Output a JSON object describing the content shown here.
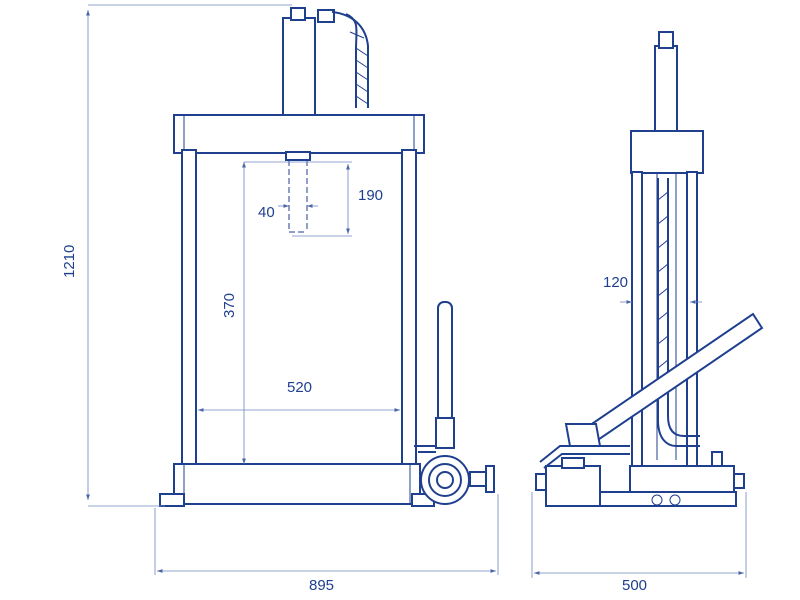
{
  "dimensions": {
    "overall_height": "1210",
    "stroke": "190",
    "piston_diameter": "40",
    "working_height": "370",
    "working_width": "520",
    "front_width": "895",
    "side_detail": "120",
    "side_depth": "500"
  },
  "colors": {
    "line": "#1f3f8f",
    "dimension_line": "#6f86bf",
    "background": "#ffffff"
  }
}
